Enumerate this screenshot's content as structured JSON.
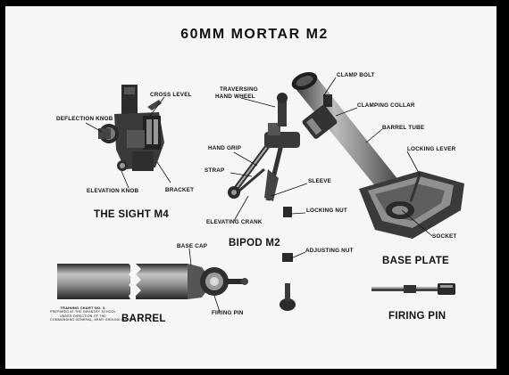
{
  "title": "60MM MORTAR M2",
  "components": {
    "sight": "THE SIGHT M4",
    "bipod": "BIPOD M2",
    "base_plate": "BASE PLATE",
    "barrel": "BARREL",
    "firing_pin": "FIRING PIN"
  },
  "callouts": {
    "cross_level": "CROSS LEVEL",
    "deflection_knob": "DEFLECTION KNOB",
    "elevation_knob": "ELEVATION KNOB",
    "bracket": "BRACKET",
    "traversing_1": "TRAVERSING",
    "traversing_2": "HAND WHEEL",
    "hand_grip": "HAND GRIP",
    "strap": "STRAP",
    "elevating_crank": "ELEVATING CRANK",
    "sleeve": "SLEEVE",
    "locking_nut": "LOCKING NUT",
    "adjusting_nut": "ADJUSTING NUT",
    "clamp_bolt": "CLAMP BOLT",
    "clamping_collar": "CLAMPING COLLAR",
    "barrel_tube": "BARREL TUBE",
    "locking_lever": "LOCKING LEVER",
    "socket": "SOCKET",
    "base_cap": "BASE CAP",
    "firing_pin": "FIRING PIN"
  },
  "footer": {
    "chart_no": "TRAINING CHART NO. 3.",
    "line1": "PREPARED AT THE INFANTRY SCHOOL",
    "line2": "UNDER DIRECTION OF THE",
    "line3": "COMMANDING GENERAL, ARMY GROUND FORCES"
  },
  "colors": {
    "frame": "#000000",
    "paper": "#f6f6f4",
    "ink": "#111111",
    "metal_dark": "#2a2a2a",
    "metal_mid": "#6e6e6e",
    "metal_light": "#b9b9b9"
  }
}
